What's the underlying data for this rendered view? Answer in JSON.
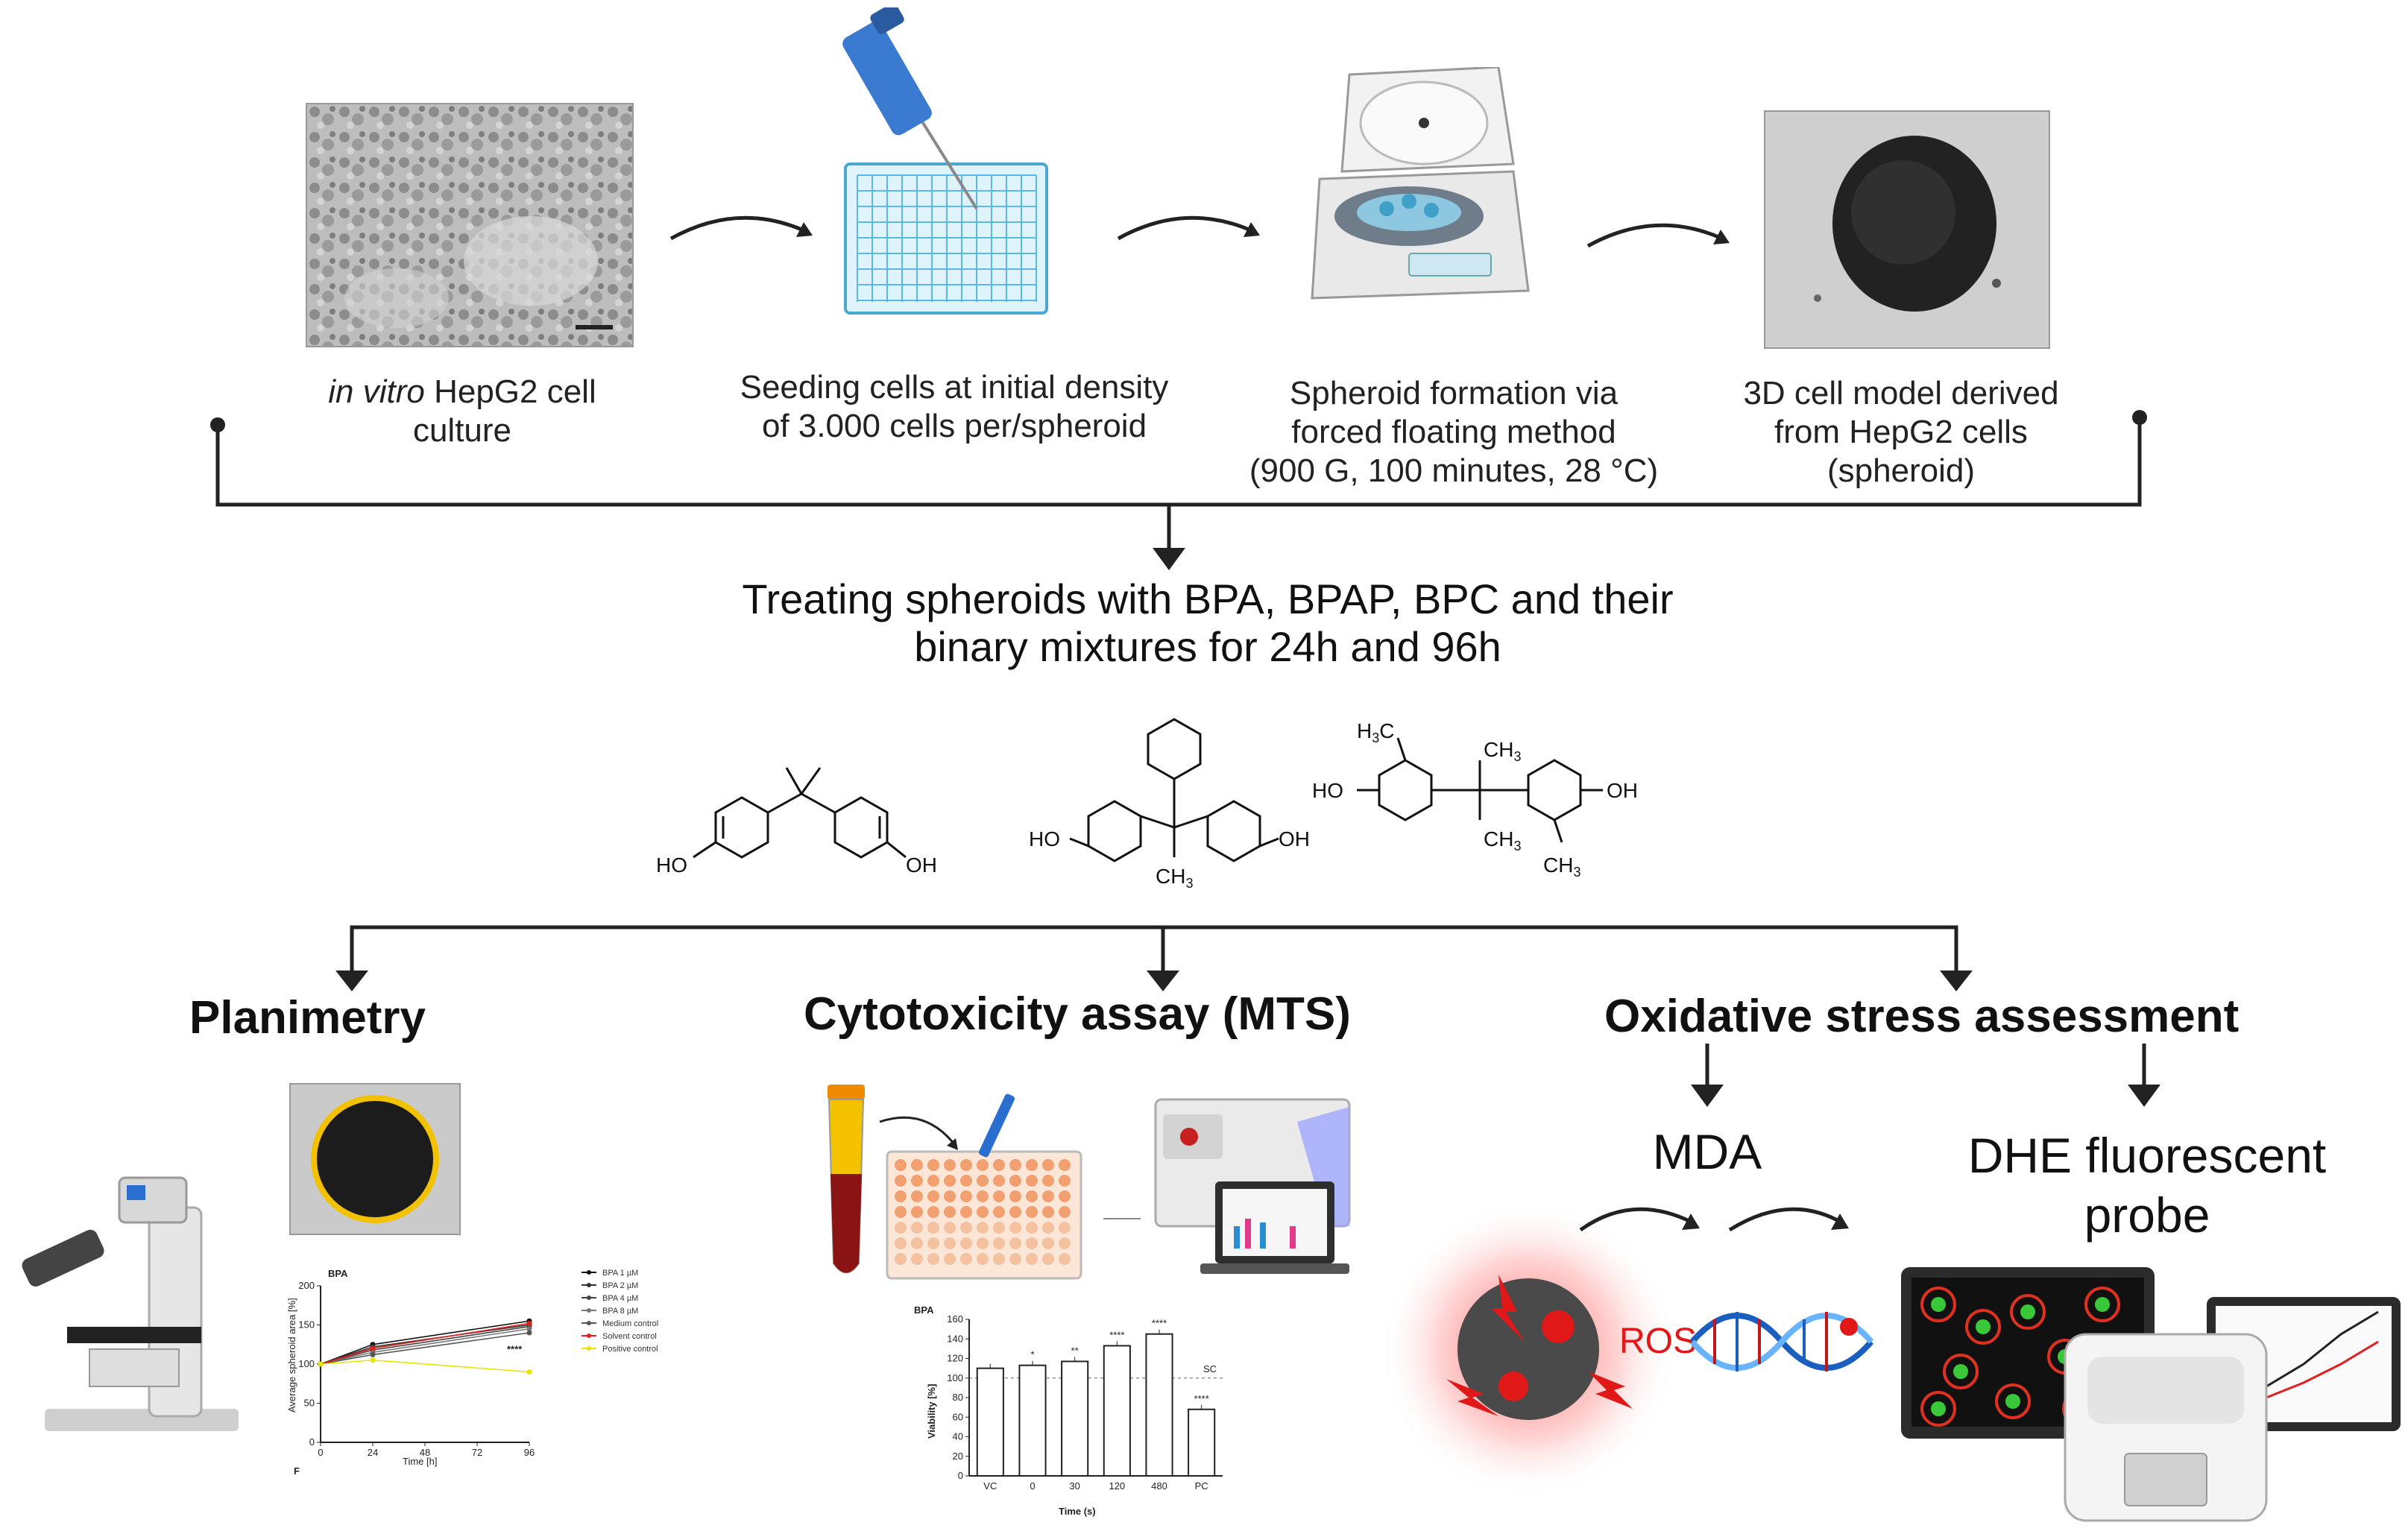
{
  "step1": {
    "italic": "in vitro",
    "text": " HepG2 cell culture"
  },
  "step2": {
    "line1": "Seeding cells at initial density",
    "line2": "of 3.000 cells per/spheroid"
  },
  "step3": {
    "line1": "Spheroid formation via",
    "line2": "forced floating method",
    "line3": "(900 G, 100 minutes, 28 °C)"
  },
  "step4": {
    "line1": "3D cell model derived",
    "line2": "from HepG2 cells",
    "line3": "(spheroid)"
  },
  "treatment": {
    "line1": "Treating spheroids with BPA, BPAP, BPC and their",
    "line2": "binary mixtures for 24h and 96h"
  },
  "chem": {
    "ho": "HO",
    "oh": "OH",
    "ch3": "CH",
    "sub3": "3",
    "h3c_h": "H",
    "h3c_c": "C"
  },
  "branches": {
    "planimetry": "Planimetry",
    "cytotoxicity": "Cytotoxicity assay (MTS)",
    "oxidative": "Oxidative stress assessment",
    "mda": "MDA",
    "dhe1": "DHE fluorescent",
    "dhe2": "probe",
    "ros": "ROS"
  },
  "chart_data": [
    {
      "type": "line",
      "title": "BPA",
      "panel": "F",
      "xlabel": "Time [h]",
      "ylabel": "Average spheroid area [%]",
      "x": [
        0,
        24,
        48,
        72,
        96
      ],
      "ylim": [
        0,
        200
      ],
      "yticks": [
        0,
        50,
        100,
        150,
        200
      ],
      "series": [
        {
          "name": "BPA 1 µM",
          "x": [
            0,
            24,
            96
          ],
          "values": [
            100,
            125,
            155
          ]
        },
        {
          "name": "BPA 2 µM",
          "x": [
            0,
            24,
            96
          ],
          "values": [
            100,
            122,
            150
          ]
        },
        {
          "name": "BPA 4 µM",
          "x": [
            0,
            24,
            96
          ],
          "values": [
            100,
            118,
            148
          ]
        },
        {
          "name": "BPA 8 µM",
          "x": [
            0,
            24,
            96
          ],
          "values": [
            100,
            115,
            145
          ]
        },
        {
          "name": "Medium control",
          "x": [
            0,
            24,
            96
          ],
          "values": [
            100,
            112,
            140
          ]
        },
        {
          "name": "Solvent control",
          "x": [
            0,
            24,
            96
          ],
          "values": [
            100,
            120,
            152
          ]
        },
        {
          "name": "Positive control",
          "x": [
            0,
            24,
            96
          ],
          "values": [
            100,
            105,
            90
          ]
        }
      ],
      "annotation": "****",
      "colors": {
        "positive": "#e6e600",
        "solvent": "#e02020"
      }
    },
    {
      "type": "bar",
      "title": "BPA",
      "xlabel": "Time (s)",
      "ylabel": "Viability [%]",
      "categories": [
        "VC",
        "0",
        "30",
        "120",
        "480",
        "PC"
      ],
      "values": [
        110,
        113,
        117,
        133,
        145,
        68
      ],
      "significance": [
        "",
        "*",
        "**",
        "****",
        "****",
        "****"
      ],
      "ylim": [
        0,
        160
      ],
      "yticks": [
        0,
        20,
        40,
        60,
        80,
        100,
        120,
        140,
        160
      ],
      "reference_line": 100,
      "reference_label": "SC"
    }
  ]
}
